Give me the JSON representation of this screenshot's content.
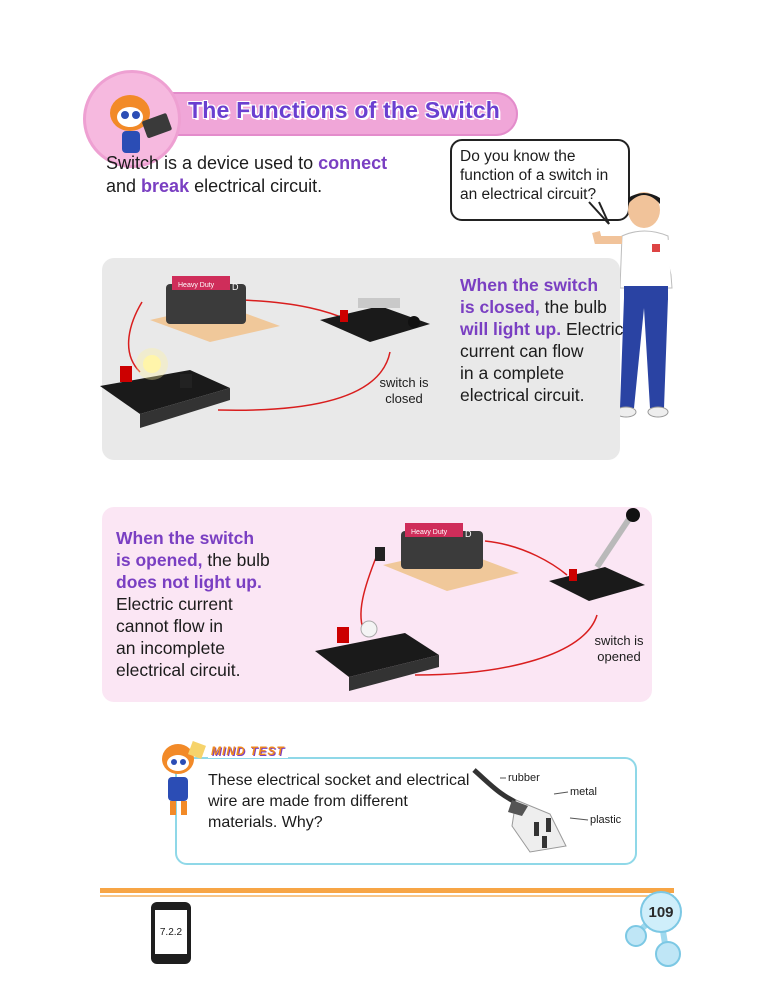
{
  "title": "The Functions of the Switch",
  "intro": {
    "line1_pre": "Switch is a device used to ",
    "connect": "connect",
    "line2_pre": "and ",
    "break": "break",
    "line2_post": " electrical circuit."
  },
  "speech": "Do you know the function of a switch in an electrical circuit?",
  "closed_panel": {
    "h1": "When the switch",
    "h2": "is closed,",
    "t2": " the bulb",
    "h3": "will light up.",
    "t3": " Electric",
    "t4": "current can flow",
    "t5": "in a complete",
    "t6": "electrical circuit.",
    "caption_line1": "switch is",
    "caption_line2": "closed"
  },
  "opened_panel": {
    "h1": "When the switch",
    "h2": "is opened,",
    "t2": " the bulb",
    "h3": "does not light up.",
    "t4": "Electric current",
    "t5": "cannot flow in",
    "t6": "an incomplete",
    "t7": "electrical circuit.",
    "caption_line1": "switch is",
    "caption_line2": "opened"
  },
  "battery_label": "Heavy Duty",
  "battery_letter": "D",
  "mind_test": {
    "label": "MIND TEST",
    "question": "These electrical socket and electrical wire are made from different materials. Why?",
    "plug_labels": {
      "rubber": "rubber",
      "metal": "metal",
      "plastic": "plastic"
    }
  },
  "footer": {
    "code": "7.2.2",
    "page": "109"
  },
  "colors": {
    "highlight": "#7a3fc2",
    "banner": "#f0a6d8",
    "footer_line": "#f7a545",
    "mind_border": "#8fd8e8"
  }
}
